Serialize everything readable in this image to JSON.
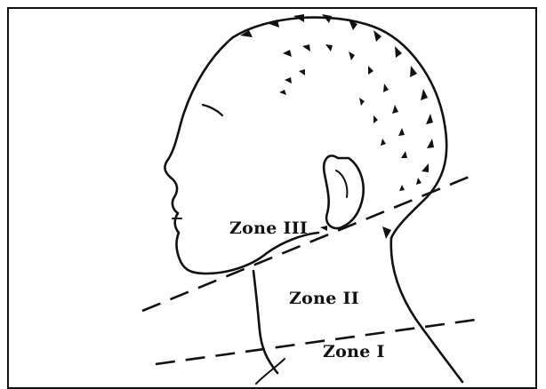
{
  "figure": {
    "labels": {
      "zone3": "Zone III",
      "zone2": "Zone II",
      "zone1": "Zone I"
    },
    "colors": {
      "ink": "#111111",
      "background": "#ffffff"
    }
  }
}
